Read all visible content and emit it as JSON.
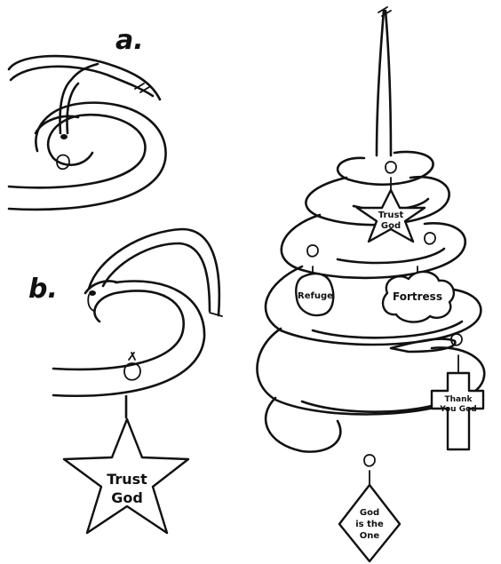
{
  "steps": {
    "a_label": "a.",
    "b_label": "b."
  },
  "detail_b_tag": {
    "line1": "Trust",
    "line2": "God"
  },
  "mobile_tags": {
    "top_star_line1": "Trust",
    "top_star_line2": "God",
    "refuge": "Refuge",
    "fortress": "Fortress",
    "cross_line1": "Thank",
    "cross_line2": "You God",
    "diamond_line1": "God",
    "diamond_line2": "is the",
    "diamond_line3": "One"
  }
}
